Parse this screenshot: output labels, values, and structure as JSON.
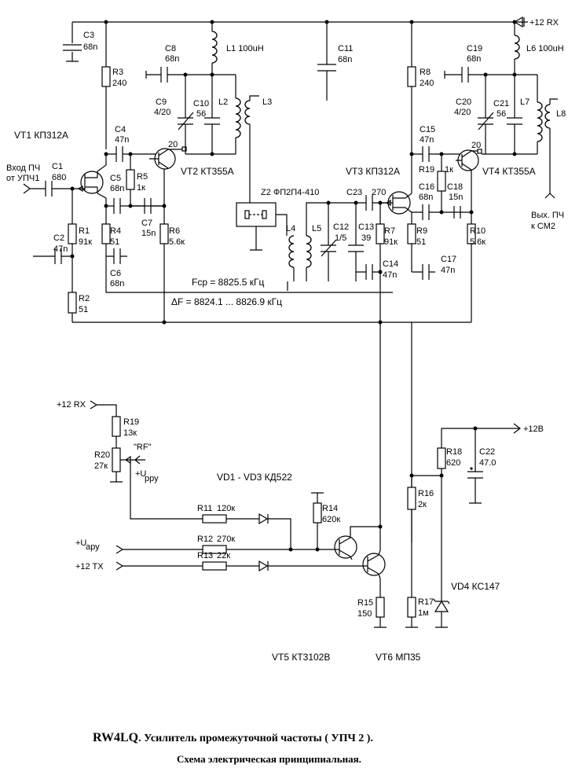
{
  "title": {
    "callsign": "RW4LQ",
    "line1": "Усилитель промежуточной частоты  ( УПЧ 2 ).",
    "line2": "Схема электрическая принципиальная."
  },
  "ports": {
    "vcc_rx_top": "+12 RX",
    "input": "Вход ПЧ\nот УПЧ1",
    "output": "Вых. ПЧ\nк СМ2",
    "vcc_rx_left": "+12 RX",
    "agc_manual": "+U",
    "agc_manual_sub": "рру",
    "agc_in": "+U",
    "agc_in_sub": "ару",
    "tx": "+12 TX",
    "vcc_12v": "+12В"
  },
  "notes": {
    "fcp": "Fср = 8825.5 кГц",
    "delta_f": "ΔF = 8824.1 ... 8826.9 кГц",
    "rf": "\"RF\"",
    "vd1_vd3": "VD1 - VD3  КД522"
  },
  "components": {
    "C1": [
      "C1",
      "680"
    ],
    "C2": [
      "C2",
      "47n"
    ],
    "C3": [
      "C3",
      "68n"
    ],
    "C4": [
      "C4",
      "47n"
    ],
    "C5": [
      "C5",
      "68n"
    ],
    "C6": [
      "C6",
      "68n"
    ],
    "C7": [
      "C7",
      "15n"
    ],
    "C8": [
      "C8",
      "68n"
    ],
    "C9": [
      "C9",
      "4/20"
    ],
    "C10": [
      "C10",
      "56"
    ],
    "C11": [
      "C11",
      "68n"
    ],
    "C12": [
      "C12",
      "1/5"
    ],
    "C13": [
      "C13",
      "39"
    ],
    "C14": [
      "C14",
      "47n"
    ],
    "C15": [
      "C15",
      "47n"
    ],
    "C16": [
      "C16",
      "68n"
    ],
    "C17": [
      "C17",
      "47n"
    ],
    "C18": [
      "C18",
      "15n"
    ],
    "C19": [
      "C19",
      "68n"
    ],
    "C20": [
      "C20",
      "4/20"
    ],
    "C21": [
      "C21",
      "56"
    ],
    "C22": [
      "C22",
      "47.0"
    ],
    "C23": [
      "C23",
      "270"
    ],
    "R1": [
      "R1",
      "91к"
    ],
    "R2": [
      "R2",
      "51"
    ],
    "R3": [
      "R3",
      "240"
    ],
    "R4": [
      "R4",
      "51"
    ],
    "R5": [
      "R5",
      "1к"
    ],
    "R6": [
      "R6",
      "5.6к"
    ],
    "R7": [
      "R7",
      "91к"
    ],
    "R8": [
      "R8",
      "240"
    ],
    "R9": [
      "R9",
      "51"
    ],
    "R10": [
      "R10",
      "5.6к"
    ],
    "R11": [
      "R11",
      "120к"
    ],
    "R12": [
      "R12",
      "270к"
    ],
    "R13": [
      "R13",
      "22к"
    ],
    "R14": [
      "R14",
      "620к"
    ],
    "R15": [
      "R15",
      "150"
    ],
    "R16": [
      "R16",
      "2к"
    ],
    "R17": [
      "R17",
      "1м"
    ],
    "R18": [
      "R18",
      "620"
    ],
    "R19": [
      "R19",
      "1к"
    ],
    "R19b": [
      "R19",
      "13к"
    ],
    "R20": [
      "R20",
      "27к"
    ],
    "L1": "L1  100uH",
    "L2": "L2",
    "L3": "L3",
    "L4": "L4",
    "L5": "L5",
    "L6": "L6  100uH",
    "L7": "L7",
    "L8": "L8",
    "Z2": "Z2   ФП2П4-410",
    "VT1": "VT1  КП312А",
    "VT2": "VT2  КТ355А",
    "VT3": "VT3  КП312А",
    "VT4": "VT4  КТ355А",
    "VT5": "VT5  КТ3102В",
    "VT6": "VT6  МП35",
    "VD4": "VD4  КС147",
    "tap20a": "20",
    "tap20b": "20"
  }
}
